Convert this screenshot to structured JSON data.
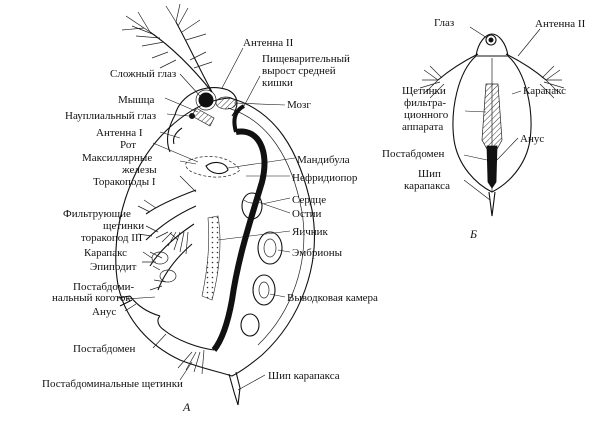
{
  "figure_a": {
    "caption": "А",
    "labels": {
      "antenna_2": "Антенна II",
      "digestive_outgrowth_1": "Пищеварительный",
      "digestive_outgrowth_2": "вырост средней",
      "digestive_outgrowth_3": "кишки",
      "compound_eye": "Сложный глаз",
      "brain": "Мозг",
      "muscle": "Мышца",
      "nauplial_eye": "Науплиальный глаз",
      "antenna_1": "Антенна I",
      "mouth": "Рот",
      "maxillary_glands_1": "Максиллярные",
      "maxillary_glands_2": "железы",
      "thoracopods_1": "Торакоподы I",
      "mandible": "Мандибула",
      "nephridiopore": "Нефридиопор",
      "heart": "Сердце",
      "ostia": "Остии",
      "filter_setae_1": "Фильтрующие",
      "filter_setae_2": "щетинки",
      "filter_setae_3": "торакопод III",
      "ovary": "Яичник",
      "carapace": "Карапакс",
      "epipodite": "Эпиподит",
      "embryos": "Эмбрионы",
      "postabdominal_claw_1": "Постабдоми-",
      "postabdominal_claw_2": "нальный коготок",
      "brood_chamber": "Выводковая камера",
      "anus": "Анус",
      "postabdomen": "Постабдомен",
      "carapace_spine": "Шип карапакса",
      "postabdominal_setae": "Постабдоминальные щетинки"
    }
  },
  "figure_b": {
    "caption": "Б",
    "labels": {
      "eye": "Глаз",
      "antenna_2": "Антенна II",
      "filter_setae_1": "Щетинки",
      "filter_setae_2": "фильтра-",
      "filter_setae_3": "ционного",
      "filter_setae_4": "аппарата",
      "carapace": "Карапакс",
      "anus": "Анус",
      "postabdomen": "Постабдомен",
      "spine_1": "Шип",
      "spine_2": "карапакса"
    }
  }
}
